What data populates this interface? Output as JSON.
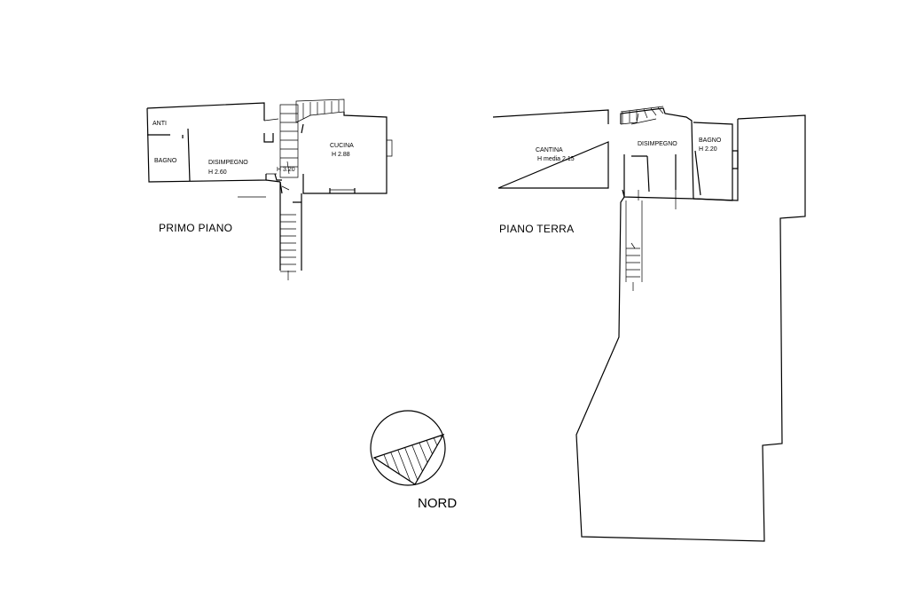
{
  "primo_piano": {
    "title": "PRIMO PIANO",
    "rooms": {
      "anti": "ANTI",
      "bagno": "BAGNO",
      "disimpegno": "DISIMPEGNO",
      "disimpegno_h": "H 2.60",
      "stair_h": "H 3.20",
      "cucina": "CUCINA",
      "cucina_h": "H 2.88"
    }
  },
  "piano_terra": {
    "title": "PIANO TERRA",
    "rooms": {
      "cantina": "CANTINA",
      "cantina_h": "H media 2.15",
      "disimpegno": "DISIMPEGNO",
      "bagno": "BAGNO",
      "bagno_h": "H 2.20"
    }
  },
  "north": {
    "label": "NORD"
  }
}
